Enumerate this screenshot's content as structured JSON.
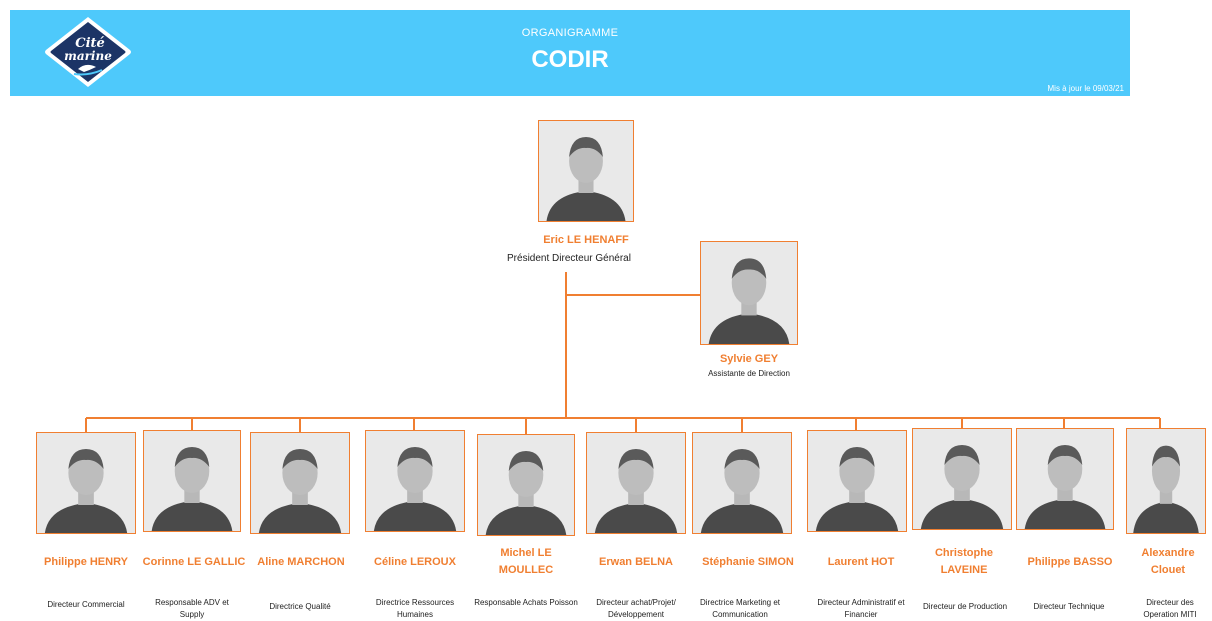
{
  "header": {
    "kicker": "ORGANIGRAMME",
    "title": "CODIR",
    "updated": "Mis à jour le 09/03/21",
    "logo_text_1": "Cité",
    "logo_text_2": "marine"
  },
  "colors": {
    "banner": "#4ec9fb",
    "accent": "#f07f31",
    "logo_navy": "#1c3466"
  },
  "ceo": {
    "name": "Eric LE HENAFF",
    "role": "Président Directeur Général"
  },
  "assistant": {
    "name": "Sylvie GEY",
    "role": "Assistante de Direction"
  },
  "directors": [
    {
      "name": "Philippe HENRY",
      "role": "Directeur Commercial"
    },
    {
      "name": "Corinne LE GALLIC",
      "role": "Responsable ADV et Supply"
    },
    {
      "name": "Aline MARCHON",
      "role": "Directrice Qualité"
    },
    {
      "name": "Céline LEROUX",
      "role": "Directrice Ressources Humaines"
    },
    {
      "name": "Michel LE MOULLEC",
      "role": "Responsable Achats Poisson"
    },
    {
      "name": "Erwan BELNA",
      "role": "Directeur achat/Projet/ Développement"
    },
    {
      "name": "Stéphanie SIMON",
      "role": "Directrice Marketing et Communication"
    },
    {
      "name": "Laurent HOT",
      "role": "Directeur Administratif et Financier"
    },
    {
      "name": "Christophe LAVEINE",
      "role": "Directeur de Production"
    },
    {
      "name": "Philippe BASSO",
      "role": "Directeur Technique"
    },
    {
      "name": "Alexandre Clouet",
      "role": "Directeur des Operation MITI"
    }
  ]
}
